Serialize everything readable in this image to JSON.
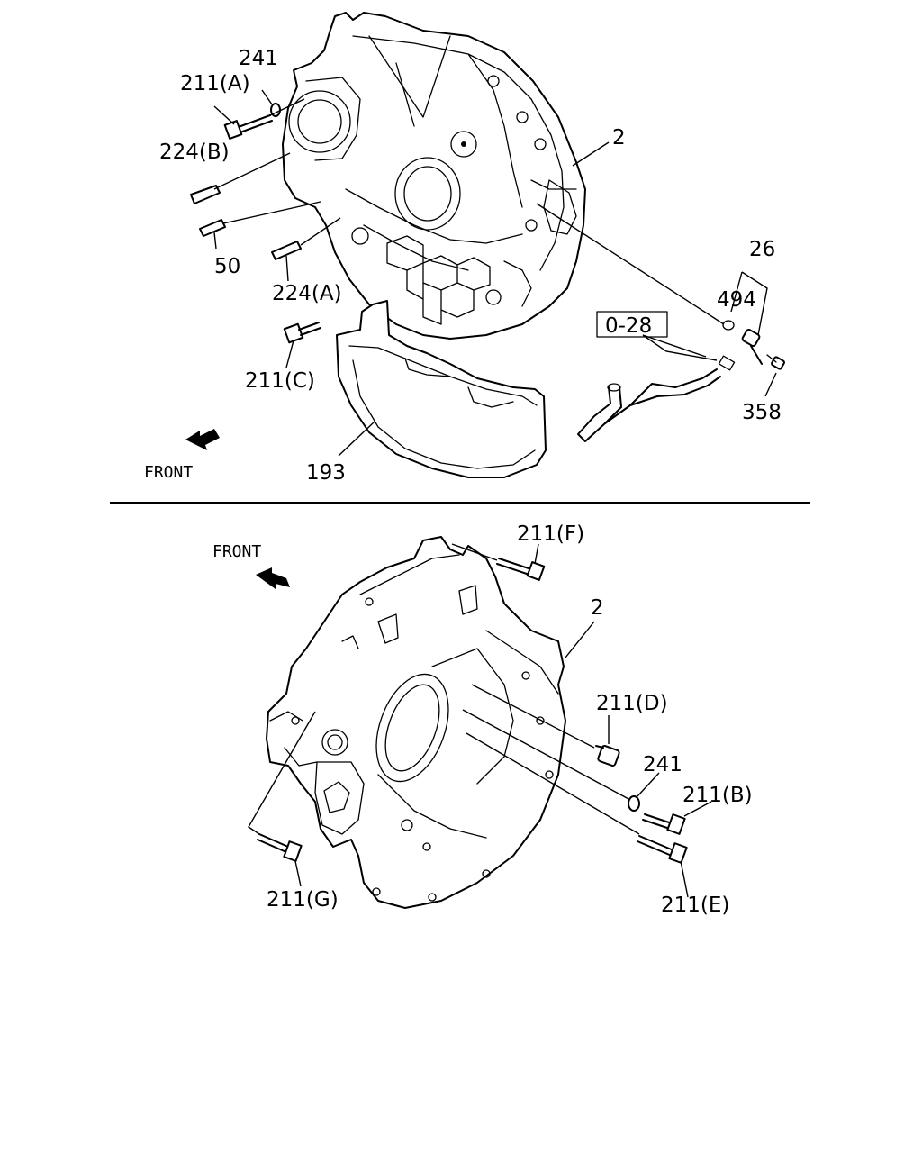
{
  "top_view": {
    "labels": {
      "p241": "241",
      "p211a": "211(A)",
      "p224b": "224(B)",
      "p50": "50",
      "p224a": "224(A)",
      "p211c": "211(C)",
      "p193": "193",
      "p2": "2",
      "p26": "26",
      "p494": "494",
      "p028": "0-28",
      "p358": "358"
    },
    "front": "FRONT"
  },
  "bottom_view": {
    "labels": {
      "p211f": "211(F)",
      "p2": "2",
      "p211d": "211(D)",
      "p241": "241",
      "p211b": "211(B)",
      "p211e": "211(E)",
      "p211g": "211(G)"
    },
    "front": "FRONT"
  }
}
